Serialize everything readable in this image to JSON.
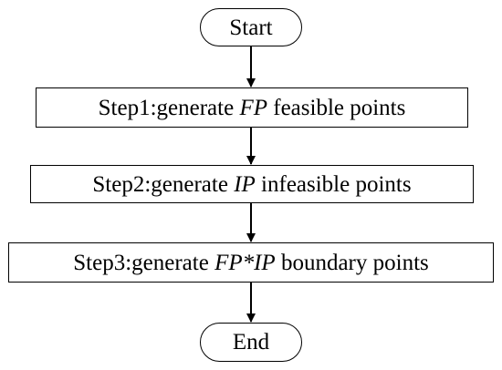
{
  "flowchart": {
    "start": "Start",
    "steps": [
      {
        "prefix": "Step1:generate ",
        "var": "FP",
        "suffix": " feasible points"
      },
      {
        "prefix": "Step2:generate ",
        "var": "IP",
        "suffix": " infeasible points"
      },
      {
        "prefix": "Step3:generate ",
        "var": "FP*IP",
        "suffix": " boundary points"
      }
    ],
    "end": "End"
  },
  "colors": {
    "stroke": "#000000",
    "background": "#ffffff"
  }
}
